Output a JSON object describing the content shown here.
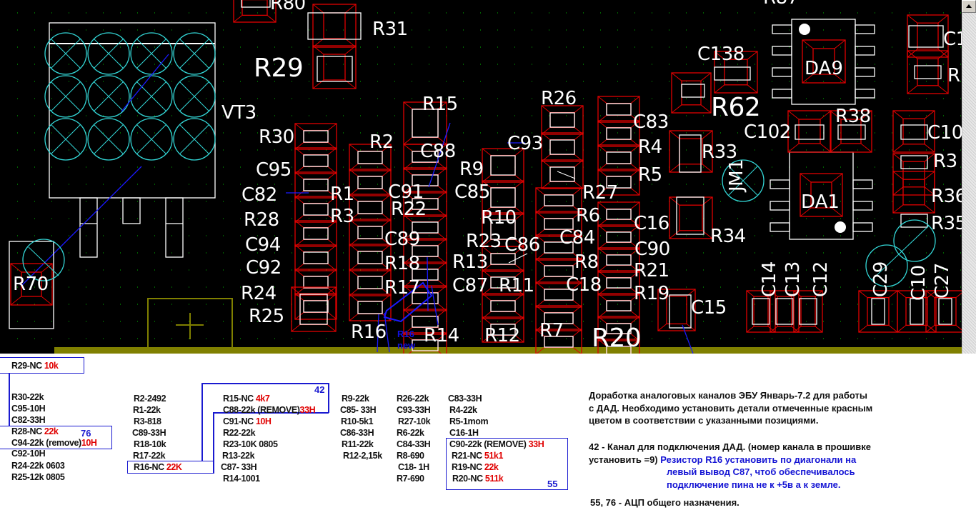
{
  "pcb": {
    "colors": {
      "background": "#000000",
      "silkscreen": "#ffffff",
      "pad_outline": "#e00000",
      "via": "#33d6d6",
      "trace": "#1a1aff",
      "board_edge": "#808000",
      "grid": "#00c000"
    },
    "labels": [
      {
        "id": "R80",
        "text": "R80"
      },
      {
        "id": "R31",
        "text": "R31"
      },
      {
        "id": "R29",
        "text": "R29"
      },
      {
        "id": "VT3",
        "text": "VT3"
      },
      {
        "id": "R30",
        "text": "R30"
      },
      {
        "id": "C95",
        "text": "C95"
      },
      {
        "id": "C82",
        "text": "C82"
      },
      {
        "id": "R28",
        "text": "R28"
      },
      {
        "id": "C94",
        "text": "C94"
      },
      {
        "id": "C92",
        "text": "C92"
      },
      {
        "id": "R24",
        "text": "R24"
      },
      {
        "id": "R25",
        "text": "R25"
      },
      {
        "id": "R70",
        "text": "R70"
      },
      {
        "id": "R2",
        "text": "R2"
      },
      {
        "id": "R1",
        "text": "R1"
      },
      {
        "id": "R3",
        "text": "R3"
      },
      {
        "id": "C91",
        "text": "C91"
      },
      {
        "id": "R22",
        "text": "R22"
      },
      {
        "id": "C89",
        "text": "C89"
      },
      {
        "id": "R18",
        "text": "R18"
      },
      {
        "id": "R17",
        "text": "R17"
      },
      {
        "id": "R16",
        "text": "R16"
      },
      {
        "id": "R15",
        "text": "R15"
      },
      {
        "id": "C88",
        "text": "C88"
      },
      {
        "id": "R9",
        "text": "R9"
      },
      {
        "id": "C85",
        "text": "C85"
      },
      {
        "id": "R10",
        "text": "R10"
      },
      {
        "id": "R23",
        "text": "R23"
      },
      {
        "id": "C86",
        "text": "C86"
      },
      {
        "id": "R13",
        "text": "R13"
      },
      {
        "id": "C87",
        "text": "C87"
      },
      {
        "id": "R11",
        "text": "R11"
      },
      {
        "id": "R14",
        "text": "R14"
      },
      {
        "id": "R12",
        "text": "R12"
      },
      {
        "id": "C93",
        "text": "C93"
      },
      {
        "id": "R26",
        "text": "R26"
      },
      {
        "id": "R27",
        "text": "R27"
      },
      {
        "id": "R6",
        "text": "R6"
      },
      {
        "id": "C84",
        "text": "C84"
      },
      {
        "id": "R8",
        "text": "R8"
      },
      {
        "id": "C18",
        "text": "C18"
      },
      {
        "id": "R7",
        "text": "R7"
      },
      {
        "id": "C83",
        "text": "C83"
      },
      {
        "id": "R4",
        "text": "R4"
      },
      {
        "id": "R5",
        "text": "R5"
      },
      {
        "id": "C16",
        "text": "C16"
      },
      {
        "id": "C90",
        "text": "C90"
      },
      {
        "id": "R21",
        "text": "R21"
      },
      {
        "id": "R19",
        "text": "R19"
      },
      {
        "id": "R20",
        "text": "R20"
      },
      {
        "id": "C15",
        "text": "C15"
      },
      {
        "id": "C138",
        "text": "C138"
      },
      {
        "id": "R62",
        "text": "R62"
      },
      {
        "id": "R33",
        "text": "R33"
      },
      {
        "id": "R34",
        "text": "R34"
      },
      {
        "id": "JM1",
        "text": "JM1"
      },
      {
        "id": "DA9",
        "text": "DA9"
      },
      {
        "id": "DA1",
        "text": "DA1"
      },
      {
        "id": "C102",
        "text": "C102"
      },
      {
        "id": "R38",
        "text": "R38"
      },
      {
        "id": "C1x_top",
        "text": "C1"
      },
      {
        "id": "R_top_right",
        "text": "R"
      },
      {
        "id": "C10_right",
        "text": "C10"
      },
      {
        "id": "R3_right",
        "text": "R3"
      },
      {
        "id": "R36",
        "text": "R36"
      },
      {
        "id": "R35",
        "text": "R35"
      },
      {
        "id": "C14",
        "text": "C14"
      },
      {
        "id": "C13",
        "text": "C13"
      },
      {
        "id": "C12",
        "text": "C12"
      },
      {
        "id": "C29",
        "text": "C29"
      },
      {
        "id": "C10",
        "text": "C10"
      },
      {
        "id": "C27",
        "text": "C27"
      },
      {
        "id": "R87_partial",
        "text": "R87"
      }
    ],
    "annotation": {
      "line1": "R16",
      "line2": "new"
    }
  },
  "notes": {
    "col1": {
      "r29": {
        "base": "R29-NC ",
        "value": "10k"
      },
      "items": [
        "R30-22k",
        "C95-10H",
        "C82-33H"
      ],
      "r28": {
        "base": "R28-NC ",
        "value": "22k"
      },
      "c94": {
        "base": "C94-22k (remove)",
        "value": "10H"
      },
      "tail": [
        "C92-10H",
        "R24-22k 0603",
        "R25-12k 0805"
      ],
      "channel_label": "76"
    },
    "col2": {
      "items": [
        "R2-2492",
        "R1-22k",
        "R3-818",
        "C89-33H",
        "R18-10k",
        "R17-22k"
      ],
      "r16": {
        "base": "R16-NC ",
        "value": "22K"
      }
    },
    "col3": {
      "channel_label": "42",
      "r15": {
        "base": "R15-NC ",
        "value": "4k7"
      },
      "c88": {
        "base": "C88-22k (REMOVE)",
        "value": "33H"
      },
      "c91": {
        "base": "C91-NC ",
        "value": "10H"
      },
      "items": [
        "R22-22k",
        "R23-10K 0805",
        "R13-22k",
        "C87- 33H",
        "R14-1001"
      ]
    },
    "col4": {
      "items": [
        "R9-22k",
        "C85- 33H",
        "R10-5k1",
        "C86-33H",
        "R11-22k",
        "R12-2,15k"
      ]
    },
    "col5": {
      "items": [
        "R26-22k",
        "C93-33H",
        "R27-10k",
        "R6-22k",
        "C84-33H",
        "R8-690",
        "C18- 1H",
        "R7-690"
      ]
    },
    "col6": {
      "items": [
        "C83-33H",
        "R4-22k",
        "R5-1mom",
        "C16-1H"
      ],
      "c90": {
        "base": "C90-22k (REMOVE) ",
        "value": "33H"
      },
      "r21": {
        "base": "R21-NC ",
        "value": "51k1"
      },
      "r19": {
        "base": "R19-NC ",
        "value": "22k"
      },
      "r20": {
        "base": "R20-NC ",
        "value": "511k"
      },
      "channel_label": "55"
    },
    "description": {
      "p1": [
        "Доработка аналоговых каналов ЭБУ Январь-7.2 для работы",
        "с ДАД. Необходимо установить детали отмеченные красным",
        "цветом в соответствии с указанными позициями."
      ],
      "p2_line1": "42 - Канал для подключения ДАД. (номер канала в прошивке",
      "p2_line2_black": "установить =9) ",
      "p2_blue": [
        "Резистор R16 установить по диагонали на",
        "левый вывод C87, чтоб обеспечивалось",
        "подключение пина не к +5в а к земле."
      ],
      "p3": "55, 76 - АЦП общего назначения."
    },
    "colors": {
      "text": "#111111",
      "highlight_red": "#e00000",
      "box_blue": "#1a1ad0"
    }
  }
}
